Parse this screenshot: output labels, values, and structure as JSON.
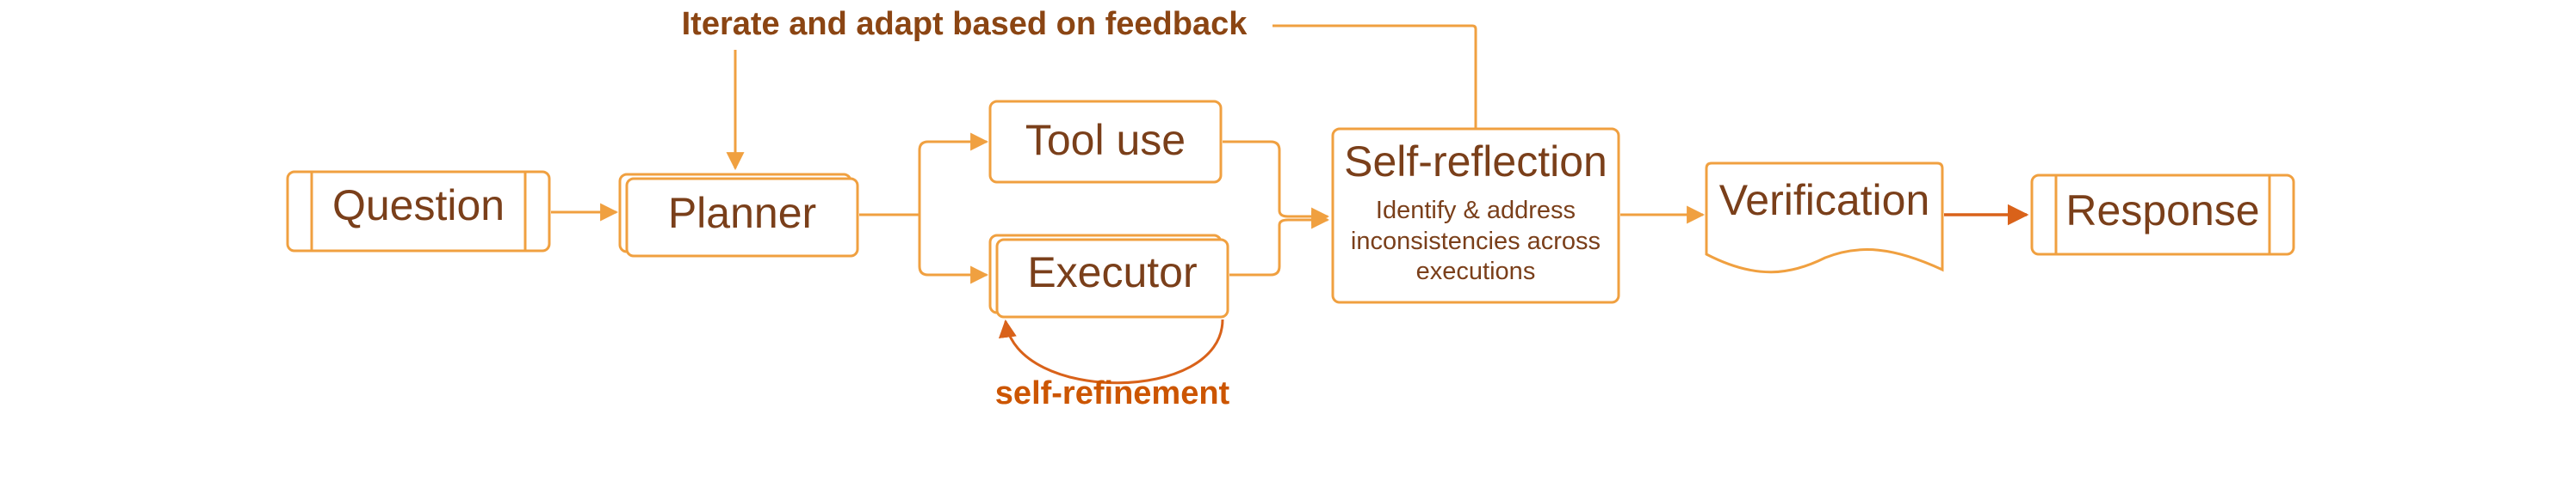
{
  "colors": {
    "stroke": "#F0A040",
    "text": "#7A3F1A",
    "title": "#8B4513",
    "accent": "#CC5500",
    "accent_stroke": "#D9621A",
    "background": "#FFFFFF"
  },
  "labels": {
    "feedback": "Iterate and adapt based on feedback",
    "refinement": "self-refinement"
  },
  "nodes": {
    "question": "Question",
    "planner": "Planner",
    "tool_use": "Tool use",
    "executor": "Executor",
    "self_reflection": "Self-reflection",
    "self_reflection_desc": [
      "Identify & address",
      "inconsistencies across",
      "executions"
    ],
    "verification": "Verification",
    "response": "Response"
  }
}
